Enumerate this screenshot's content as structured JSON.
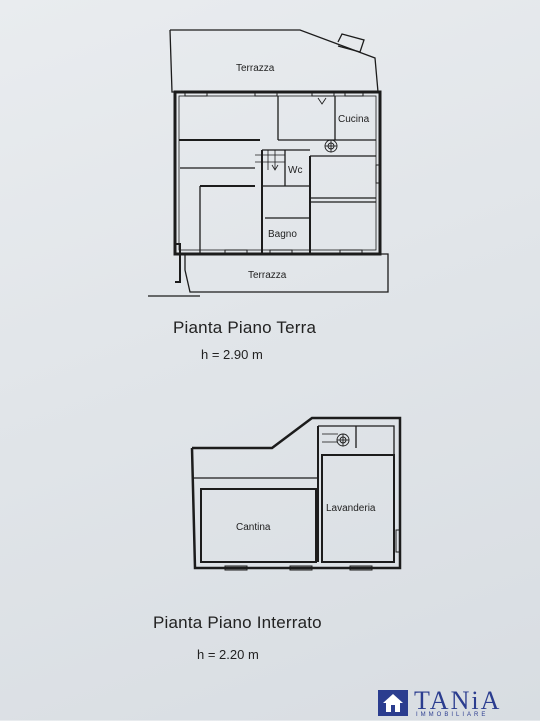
{
  "ground_floor": {
    "title": "Pianta Piano Terra",
    "height": "h = 2.90 m",
    "rooms": {
      "terrazza_top": "Terrazza",
      "cucina": "Cucina",
      "wc": "Wc",
      "bagno": "Bagno",
      "terrazza_bottom": "Terrazza"
    }
  },
  "basement": {
    "title": "Pianta Piano Interrato",
    "height": "h = 2.20 m",
    "rooms": {
      "cantina": "Cantina",
      "lavanderia": "Lavanderia"
    }
  },
  "logo": {
    "name": "TANiA",
    "tagline": "IMMOBILIARE"
  },
  "colors": {
    "paper": "#e3e7eb",
    "wall": "#1c1c1c",
    "brand": "#2b3d8f"
  }
}
